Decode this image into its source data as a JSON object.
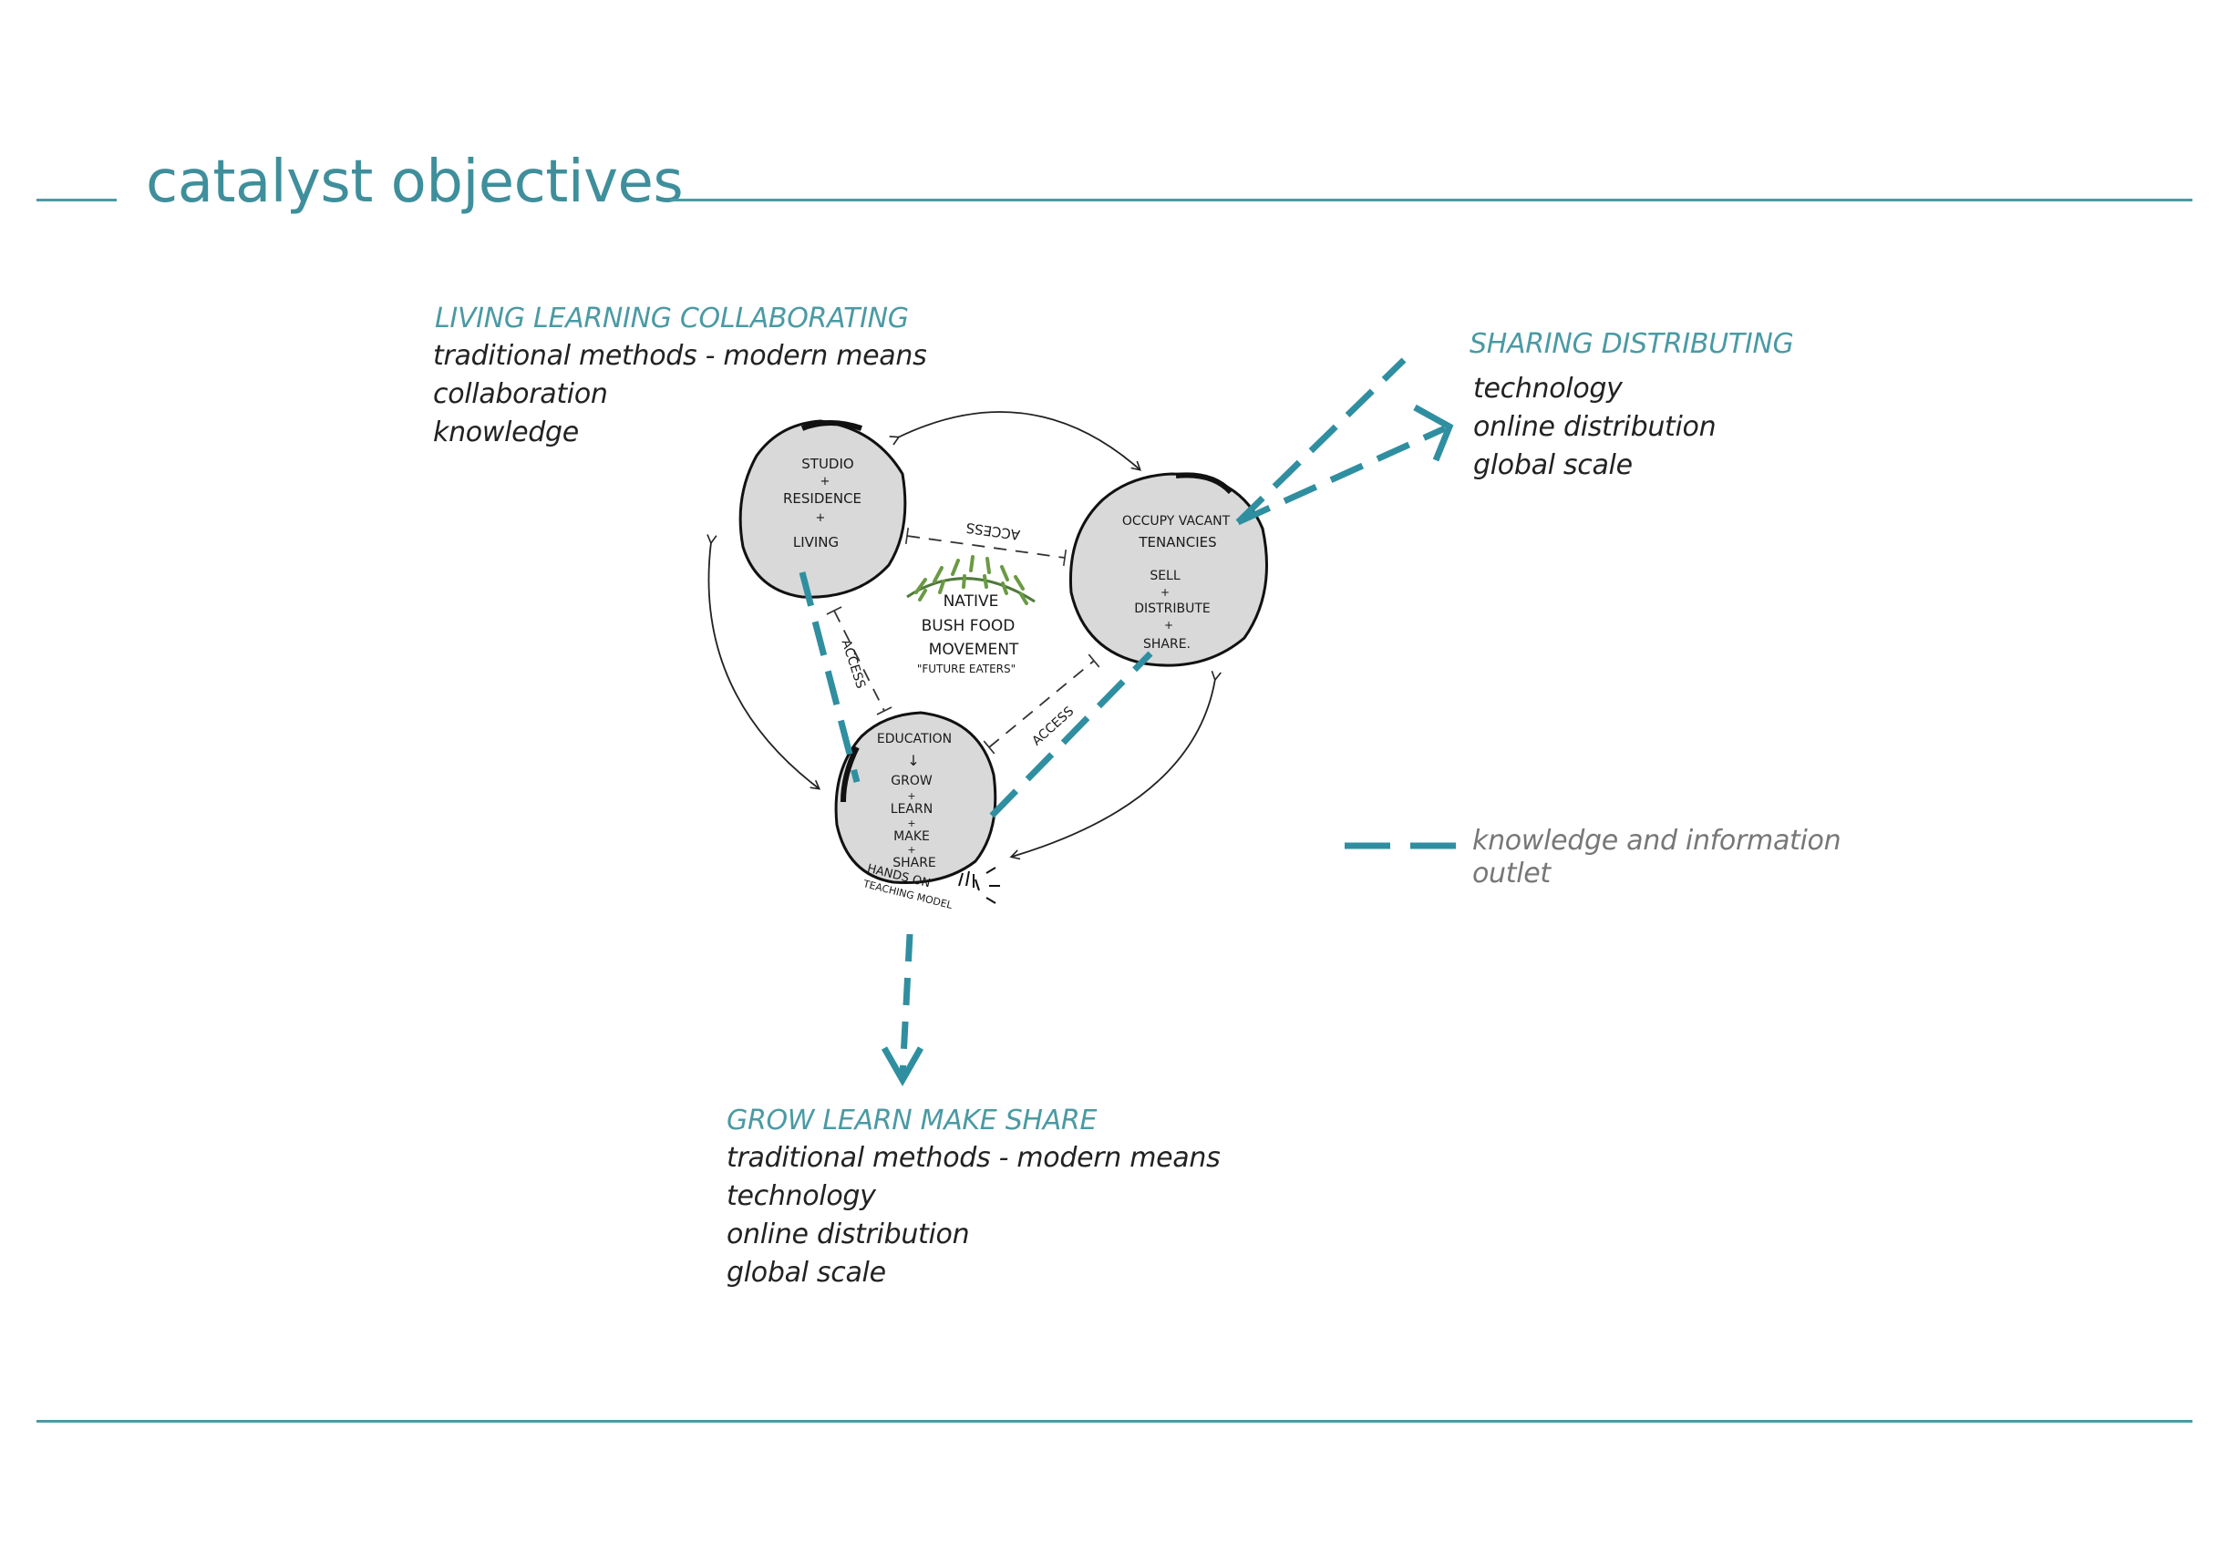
{
  "title": "catalyst objectives",
  "sections": {
    "living": {
      "heading": "LIVING LEARNING COLLABORATING",
      "items": [
        "traditional methods  - modern means",
        "collaboration",
        "knowledge"
      ]
    },
    "sharing": {
      "heading": "SHARING DISTRIBUTING",
      "items": [
        "technology",
        "online distribution",
        "global scale"
      ]
    },
    "grow": {
      "heading": "GROW LEARN MAKE SHARE",
      "items": [
        "traditional methods  - modern means",
        "technology",
        "online distribution",
        "global scale"
      ]
    }
  },
  "legend": {
    "label": "knowledge and information outlet"
  },
  "diagram": {
    "studio_circle": [
      "STUDIO",
      "+",
      "RESIDENCE",
      "+",
      "LIVING"
    ],
    "occupy_circle": [
      "OCCUPY VACANT",
      "TENANCIES",
      "SELL",
      "+",
      "DISTRIBUTE",
      "+",
      "SHARE."
    ],
    "education_circle": [
      "EDUCATION",
      "↓",
      "GROW",
      "+",
      "LEARN",
      "+",
      "MAKE",
      "+",
      "SHARE"
    ],
    "center": [
      "NATIVE",
      "BUSH FOOD",
      "MOVEMENT",
      "\"FUTURE EATERS\""
    ],
    "access_label": "ACCESS",
    "hands_on": [
      "HANDS ON",
      "TEACHING MODEL"
    ]
  },
  "colors": {
    "accent": "#3e8f9b",
    "rule": "#4a9aa4",
    "dashed_outlet": "#2f8fa0",
    "circle_fill": "#d9d9d9",
    "body_text": "#222222",
    "legend_text": "#777777"
  }
}
